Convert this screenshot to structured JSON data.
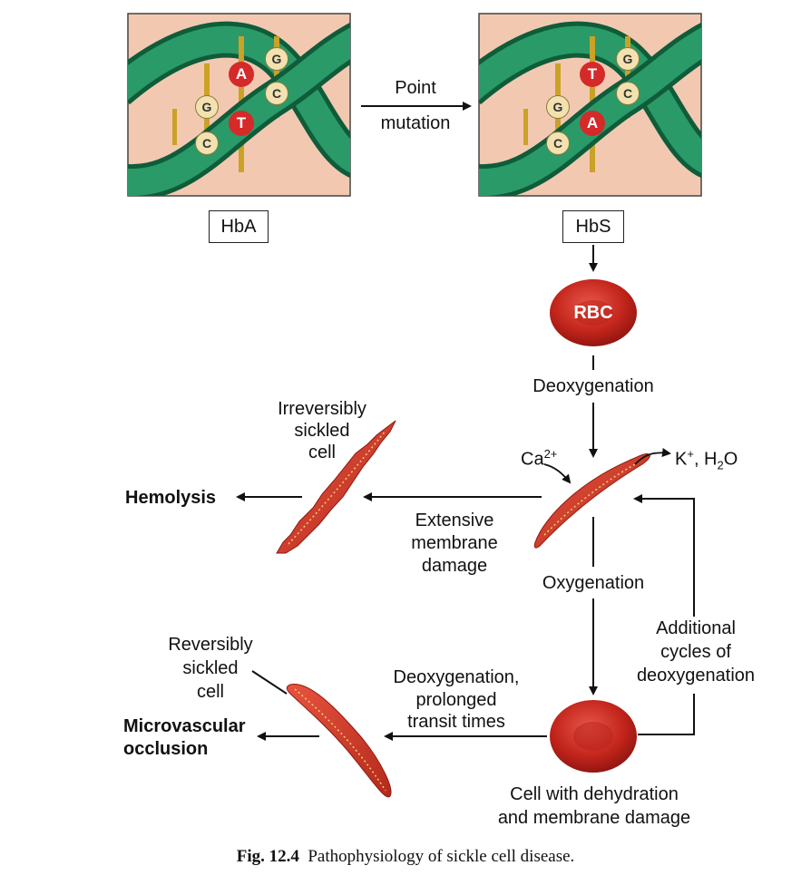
{
  "dna_left": {
    "box_label": "HbA",
    "top_pair": [
      "A",
      "T"
    ],
    "left_pair": [
      "G",
      "C"
    ],
    "right_pair": [
      "G",
      "C"
    ]
  },
  "dna_right": {
    "box_label": "HbS",
    "top_pair": [
      "T",
      "A"
    ],
    "left_pair": [
      "G",
      "C"
    ],
    "right_pair": [
      "G",
      "C"
    ]
  },
  "mutation": {
    "line1": "Point",
    "line2": "mutation"
  },
  "rbc_label": "RBC",
  "labels": {
    "deoxygenation": "Deoxygenation",
    "ca": "Ca",
    "ca_sup": "2+",
    "k_ion": "K",
    "k_sup": "+",
    "k_rest": ", H",
    "h2o_sub": "2",
    "h2o_o": "O",
    "irreversibly": [
      "Irreversibly",
      "sickled",
      "cell"
    ],
    "hemolysis": "Hemolysis",
    "extensive": [
      "Extensive",
      "membrane",
      "damage"
    ],
    "oxygenation": "Oxygenation",
    "additional": [
      "Additional",
      "cycles of",
      "deoxygenation"
    ],
    "reversibly": [
      "Reversibly",
      "sickled",
      "cell"
    ],
    "deoxy_prolonged": [
      "Deoxygenation,",
      "prolonged",
      "transit times"
    ],
    "microvascular": [
      "Microvascular",
      "occlusion"
    ],
    "dehydration": [
      "Cell with dehydration",
      "and membrane damage"
    ]
  },
  "caption": {
    "fig": "Fig. 12.4",
    "text": "Pathophysiology of sickle cell disease."
  },
  "colors": {
    "dna_bg": "#f2c9b0",
    "helix": "#1f8a5e",
    "helix_dark": "#0f5c3a",
    "rod": "#c9a227",
    "red_base": "#d42a2a",
    "cream_base": "#f3e2b0",
    "rbc": "#cc2a1e"
  }
}
